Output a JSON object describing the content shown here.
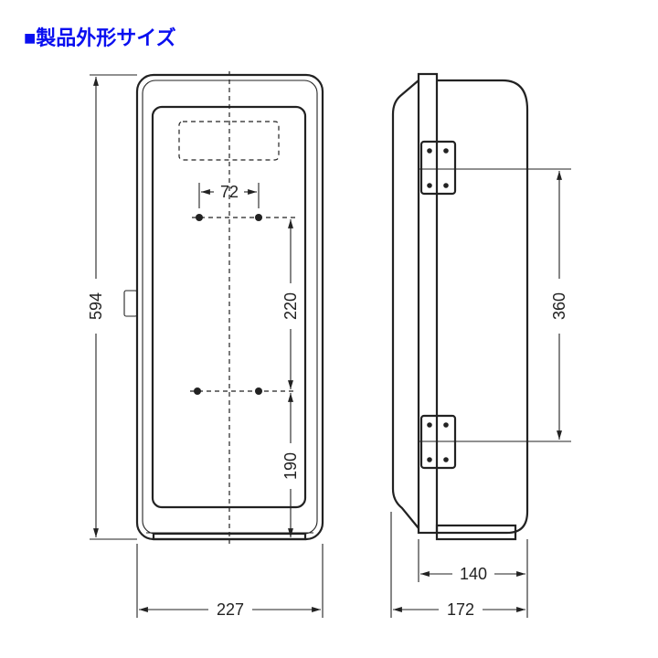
{
  "title": "■製品外形サイズ",
  "dimensions": {
    "height": "594",
    "width": "227",
    "hole_spacing_horizontal": "72",
    "hole_spacing_vertical": "220",
    "hole_to_bottom": "190",
    "hinge_spacing": "360",
    "body_depth": "140",
    "total_depth": "172"
  },
  "colors": {
    "title": "#0a0ff0",
    "line": "#222222"
  }
}
